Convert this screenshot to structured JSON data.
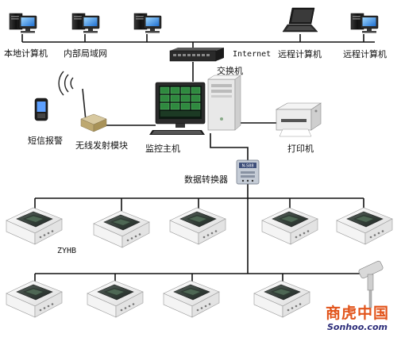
{
  "labels": {
    "local_pc": "本地计算机",
    "lan": "内部局域网",
    "internet": "Internet",
    "remote_pc_1": "远程计算机",
    "remote_pc_2": "远程计算机",
    "switch": "交换机",
    "sms_alarm": "短信报警",
    "wireless_module": "无线发射模块",
    "host": "监控主机",
    "printer": "打印机",
    "converter": "数据转换器",
    "device_model": "ZYHB"
  },
  "converter_face": "N-588",
  "watermark": {
    "cn": "商虎中国",
    "en": "Sonhoo.com"
  },
  "colors": {
    "line": "#111111",
    "watermark_cn": "#e2541b",
    "watermark_en": "#2d2d7a"
  },
  "sensors": {
    "row1_count": 5,
    "row2_count": 4
  }
}
